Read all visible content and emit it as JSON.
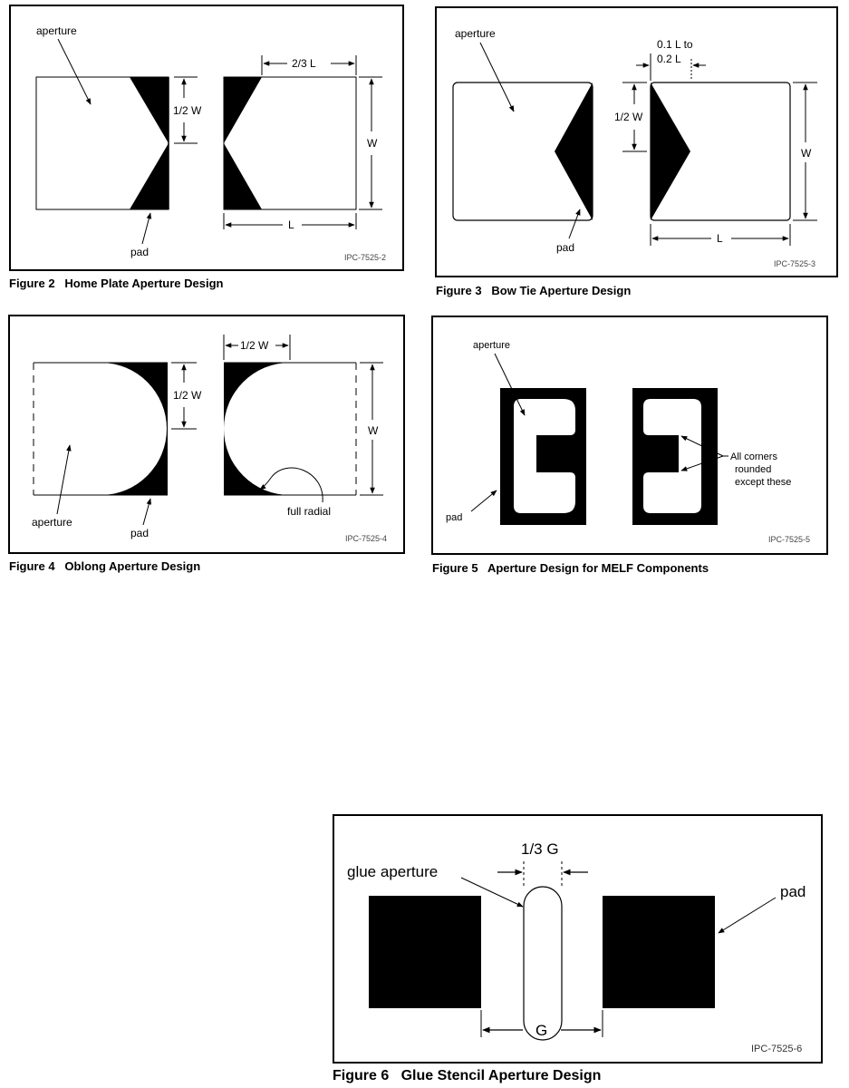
{
  "fig2": {
    "caption_num": "Figure 2",
    "caption_title": "Home Plate Aperture Design",
    "aperture_label": "aperture",
    "pad_label": "pad",
    "dim_half_w": "1/2 W",
    "dim_two_thirds_l": "2/3 L",
    "dim_w": "W",
    "dim_l": "L",
    "code": "IPC-7525-2"
  },
  "fig3": {
    "caption_num": "Figure 3",
    "caption_title": "Bow Tie Aperture Design",
    "aperture_label": "aperture",
    "pad_label": "pad",
    "dim_half_w": "1/2 W",
    "dim_offset_line1": "0.1 L to",
    "dim_offset_line2": "0.2 L",
    "dim_w": "W",
    "dim_l": "L",
    "code": "IPC-7525-3"
  },
  "fig4": {
    "caption_num": "Figure 4",
    "caption_title": "Oblong Aperture Design",
    "aperture_label": "aperture",
    "pad_label": "pad",
    "dim_half_w_top": "1/2 W",
    "dim_half_w": "1/2 W",
    "dim_w": "W",
    "radial_label": "full radial",
    "code": "IPC-7525-4"
  },
  "fig5": {
    "caption_num": "Figure 5",
    "caption_title": "Aperture Design for MELF Components",
    "aperture_label": "aperture",
    "pad_label": "pad",
    "note_line1": "All corners",
    "note_line2": "rounded",
    "note_line3": "except these",
    "code": "IPC-7525-5"
  },
  "fig6": {
    "caption_num": "Figure 6",
    "caption_title": "Glue Stencil Aperture Design",
    "glue_label": "glue aperture",
    "pad_label": "pad",
    "dim_third_g": "1/3 G",
    "dim_g": "G",
    "code": "IPC-7525-6"
  }
}
